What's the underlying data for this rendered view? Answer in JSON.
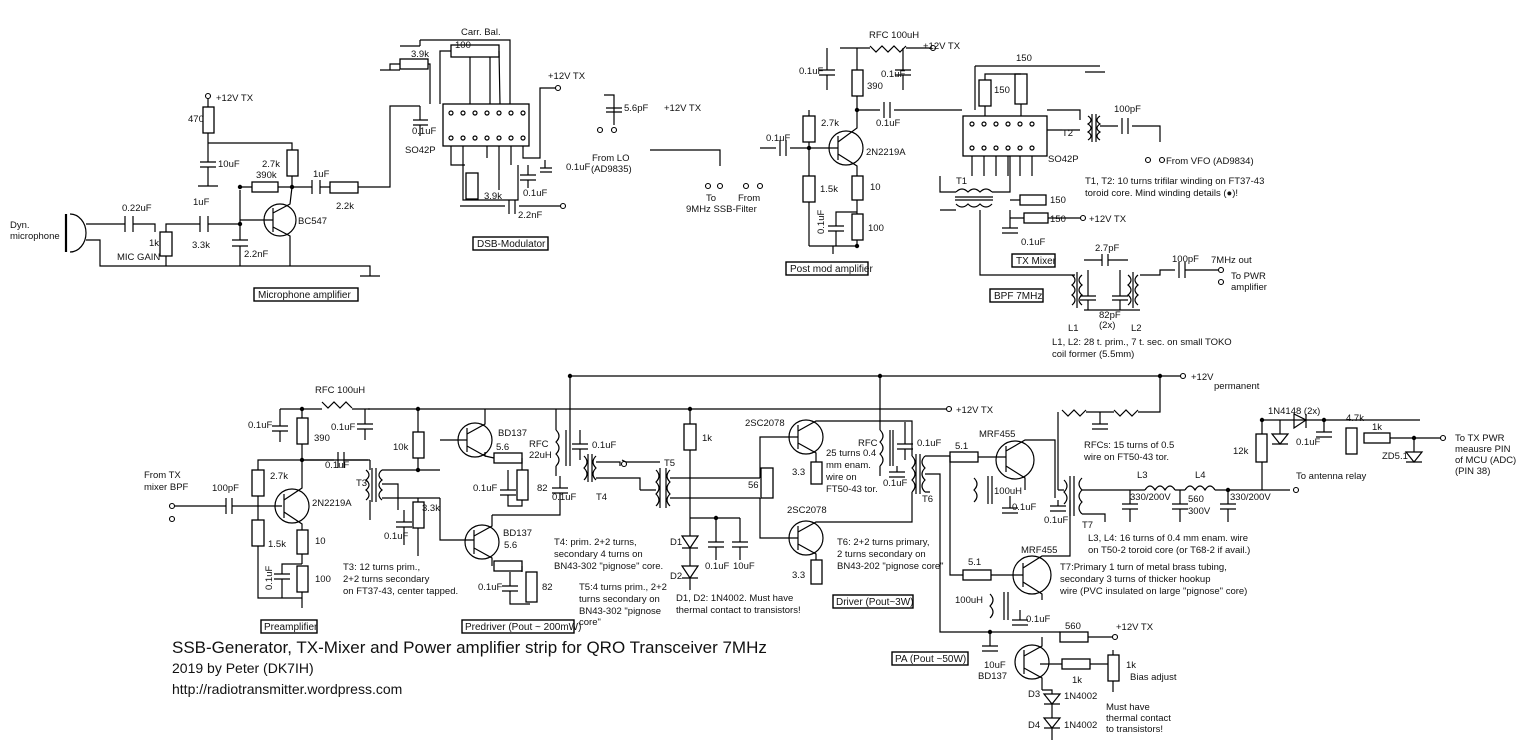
{
  "title": "SSB-Generator, TX-Mixer and Power amplifier strip for QRO Transceiver 7MHz",
  "credit": "2019 by Peter (DK7IH)",
  "url": "http://radiotransmitter.wordpress.com",
  "blocks": {
    "mic_amp": "Microphone amplifier",
    "dsb": "DSB-Modulator",
    "post": "Post mod amplifier",
    "txmix": "TX Mixer",
    "bpf": "BPF 7MHz",
    "pre": "Preamplifier",
    "predrv": "Predriver (Pout ~ 200mW)",
    "drv": "Driver (Pout~3W)",
    "pa": "PA (Pout ~50W)"
  },
  "mic": {
    "dyn1": "Dyn.",
    "dyn2": "microphone",
    "c022": "0.22uF",
    "pot": "1k",
    "gain": "MIC GAIN",
    "c1u": "1uF",
    "r33": "3.3k",
    "c22n": "2.2nF",
    "r390k": "390k",
    "r27": "2.7k",
    "q": "BC547",
    "r470": "470",
    "v12": "+12V TX",
    "c10u": "10uF",
    "c1u2": "1uF",
    "r22": "2.2k"
  },
  "dsbm": {
    "carr": "Carr. Bal.",
    "p100": "100",
    "r39": "3.9k",
    "c01": "0.1uF",
    "ic": "SO42P",
    "r39b": "3.9k",
    "c01b": "0.1uF",
    "c01c": "0.1uF",
    "c22n": "2.2nF",
    "v12": "+12V TX",
    "c56": "5.6pF",
    "v12b": "+12V TX",
    "lo1": "From LO",
    "lo2": "(AD9835)",
    "to1": "To",
    "to2": "9MHz SSB-Filter",
    "from": "From"
  },
  "postamp": {
    "rfc": "RFC 100uH",
    "v12": "+12V TX",
    "c01a": "0.1uF",
    "r390": "390",
    "c01b": "0.1uF",
    "c01c": "0.1uF",
    "c01d": "0.1uF",
    "r27": "2.7k",
    "q": "2N2219A",
    "r15": "1.5k",
    "r10": "10",
    "c01e": "0.1uF",
    "r100": "100"
  },
  "mixer": {
    "r150a": "150",
    "r150b": "150",
    "c100p": "100pF",
    "t2": "T2",
    "ic": "SO42P",
    "vfo": "From VFO (AD9834)",
    "t1": "T1",
    "note1": "T1, T2: 10 turns trifilar winding on FT37-43",
    "note2": "toroid core. Mind winding details (●)!",
    "r150c": "150",
    "r150d": "150",
    "v12": "+12V TX",
    "c01": "0.1uF"
  },
  "bpf": {
    "c27": "2.7pF",
    "c100": "100pF",
    "out": "7MHz out",
    "topwr1": "To PWR",
    "topwr2": "amplifier",
    "c82": "82pF",
    "x2": "(2x)",
    "l1": "L1",
    "l2": "L2",
    "note1": "L1, L2: 28 t. prim., 7 t. sec. on small TOKO",
    "note2": "coil former (5.5mm)"
  },
  "pwr": {
    "v12p": "+12V",
    "perm": "permanent",
    "v12tx": "+12V TX",
    "rfc": "RFC 100uH",
    "c01a": "0.1uF",
    "r390": "390",
    "c01b": "0.1uF",
    "frommix1": "From TX",
    "frommix2": "mixer BPF",
    "c100p": "100pF",
    "r27": "2.7k",
    "c01c": "0.1uF",
    "q1": "2N2219A",
    "t3": "T3",
    "r15": "1.5k",
    "r10": "10",
    "c01d": "0.1uF",
    "r100": "100",
    "t3note1": "T3: 12 turns prim.,",
    "t3note2": "2+2 turns secondary",
    "t3note3": "on FT37-43, center tapped.",
    "r10k": "10k",
    "r33k": "3.3k",
    "c01e": "0.1uF",
    "bd1": "BD137",
    "r56a": "5.6",
    "rfc22": "RFC",
    "rfc22b": "22uH",
    "c01f": "0.1uF",
    "c01g": "0.1uF",
    "r82a": "82",
    "c01h": "0.1uF",
    "t4": "T4",
    "bd2": "BD137",
    "r56b": "5.6",
    "c01i": "0.1uF",
    "r82b": "82",
    "t4n1": "T4: prim. 2+2 turns,",
    "t4n2": "secondary 4 turns on",
    "t4n3": "BN43-302 \"pignose\" core.",
    "t5n1": "T5:4 turns prim., 2+2",
    "t5n2": "turns secondary on",
    "t5n3": "BN43-302 \"pignose",
    "t5n4": "core\"",
    "t5": "T5",
    "r1k": "1k",
    "d1": "D1",
    "d2": "D2",
    "c01j": "0.1uF",
    "c10u": "10uF",
    "dnote1": "D1, D2: 1N4002. Must have",
    "dnote2": "thermal contact to transistors!",
    "q2": "2SC2078",
    "r33a": "3.3",
    "r56": "56",
    "q3": "2SC2078",
    "r33b": "3.3",
    "rfc25": "RFC",
    "rfcn1": "25 turns 0.4",
    "rfcn2": "mm enam.",
    "rfcn3": "wire on",
    "rfcn4": "FT50-43 tor.",
    "c01k": "0.1uF",
    "c01l": "0.1uF",
    "t6": "T6",
    "t6n1": "T6: 2+2 turns primary,",
    "t6n2": "2 turns secondary on",
    "t6n3": "BN43-202 \"pignose core\"",
    "r51a": "5.1",
    "mrf1": "MRF455",
    "l100a": "100uH",
    "c01m": "0.1uF",
    "r51b": "5.1",
    "mrf2": "MRF455",
    "l100b": "100uH",
    "c01n": "0.1uF",
    "rfcs1": "RFCs: 15 turns of 0.5",
    "rfcs2": "wire on FT50-43 tor.",
    "c01o": "0.1uF",
    "t7": "T7",
    "l3": "L3",
    "l4": "L4",
    "c330a": "330/200V",
    "c560": "560",
    "c300": "300V",
    "c330b": "330/200V",
    "ant": "To antenna relay",
    "lnote1": "L3, L4: 16 turns of 0.4 mm enam. wire",
    "lnote2": "on T50-2 toroid core (or T68-2 if avail.)",
    "t7n1": "T7:Primary 1 turn of metal brass tubing,",
    "t7n2": "secondary 3 turns of thicker hookup",
    "t7n3": "wire (PVC insulated on large \"pignose\" core)",
    "d4148": "1N4148 (2x)",
    "r47k": "4.7k",
    "r1kb": "1k",
    "r12k": "12k",
    "c01p": "0.1uF",
    "zd": "ZD5.1",
    "mcu1": "To TX PWR",
    "mcu2": "meausre PIN",
    "mcu3": "of MCU (ADC)",
    "mcu4": "(PIN 38)",
    "r560": "560",
    "v12c": "+12V TX",
    "c10ub": "10uF",
    "bd3": "BD137",
    "r1kc": "1k",
    "r1kd": "1k",
    "bias": "Bias adjust",
    "d3": "D3",
    "n4002a": "1N4002",
    "d4": "D4",
    "n4002b": "1N4002",
    "mh1": "Must have",
    "mh2": "thermal contact",
    "mh3": "to transistors!"
  }
}
